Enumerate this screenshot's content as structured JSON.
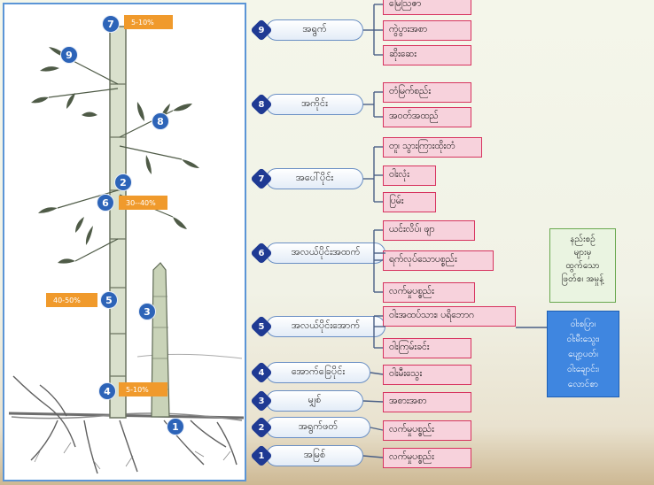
{
  "plant_markers": [
    {
      "num": "7",
      "pct": "5-10%"
    },
    {
      "num": "9",
      "pct": ""
    },
    {
      "num": "8",
      "pct": ""
    },
    {
      "num": "2",
      "pct": ""
    },
    {
      "num": "6",
      "pct": "30--40%"
    },
    {
      "num": "3",
      "pct": ""
    },
    {
      "num": "5",
      "pct": "40-50%"
    },
    {
      "num": "4",
      "pct": "5-10%"
    },
    {
      "num": "1",
      "pct": ""
    }
  ],
  "parts": [
    {
      "num": "9",
      "name": "အရွက်",
      "uses": [
        "မြေဩဇာ",
        "ကွဲပွားအစာ",
        "ဆိုးဆေး"
      ]
    },
    {
      "num": "8",
      "name": "အကိုင်း",
      "uses": [
        "တံမြက်စည်း",
        "အဝတ်အထည်"
      ]
    },
    {
      "num": "7",
      "name": "အပေါ်ပိုင်း",
      "uses": [
        "တူ၊ သွားကြားထိုးတံ",
        "ဝါးလုံး",
        "ပြမ်း"
      ]
    },
    {
      "num": "6",
      "name": "အလယ်ပိုင်းအထက်",
      "uses": [
        "ယင်းလိပ်၊ ဖျာ",
        "ရက်လုပ်သောပစ္စည်း",
        "လက်မှုပစ္စည်း"
      ]
    },
    {
      "num": "5",
      "name": "အလယ်ပိုင်းအောက်",
      "uses": [
        "ဝါးအထပ်သား၊ ပရိဘောဂ",
        "ဝါးကြမ်းခင်း"
      ]
    },
    {
      "num": "4",
      "name": "အောက်ခြေပိုင်း",
      "uses": [
        "ဝါးမီးသွေး"
      ]
    },
    {
      "num": "3",
      "name": "မျှစ်",
      "uses": [
        "အစားအစာ"
      ]
    },
    {
      "num": "2",
      "name": "အရွက်ဖတ်",
      "uses": [
        "လက်မှုပစ္စည်း"
      ]
    },
    {
      "num": "1",
      "name": "အမြစ်",
      "uses": [
        "လက်မှုပစ္စည်း"
      ]
    }
  ],
  "green_note": {
    "lines": [
      "နည်းစဥ်",
      "များမှ",
      "ထွက်သော",
      "ဖြတ်စ၊ အမှုန့်"
    ]
  },
  "blue_note": {
    "lines": [
      "ဝါးစပြာ၊",
      "ဝါးမီးသွေး၊",
      "ပျော့ပတ်၊",
      "ဝါးချောင်း၊",
      "လောင်စာ"
    ]
  },
  "colors": {
    "badge": "#2d64b8",
    "tag": "#f09a2c",
    "use_border": "#d7335f",
    "use_fill": "#f7d2dc",
    "pill_border": "#6a8fc4",
    "part_badge": "#1f3a93"
  }
}
